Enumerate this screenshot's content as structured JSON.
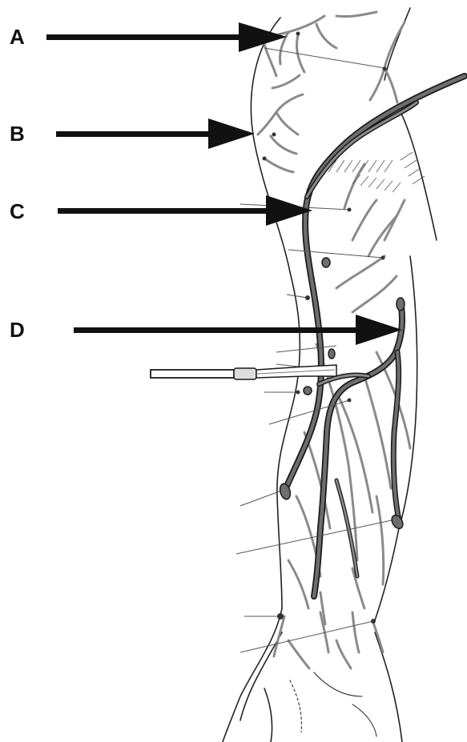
{
  "figure": {
    "labels": [
      {
        "id": "A",
        "text": "A"
      },
      {
        "id": "B",
        "text": "B"
      },
      {
        "id": "C",
        "text": "C"
      },
      {
        "id": "D",
        "text": "D"
      }
    ],
    "colors": {
      "background": "#ffffff",
      "ink": "#111111",
      "vein_fill": "#6e6e6e",
      "vein_outline": "#1a1a1a",
      "nerve_grey": "#8a8a8a",
      "leader_line": "#555555"
    },
    "icons": {
      "pointer_arrow": "arrow-right-icon",
      "instrument": "surgical-probe-icon"
    }
  }
}
